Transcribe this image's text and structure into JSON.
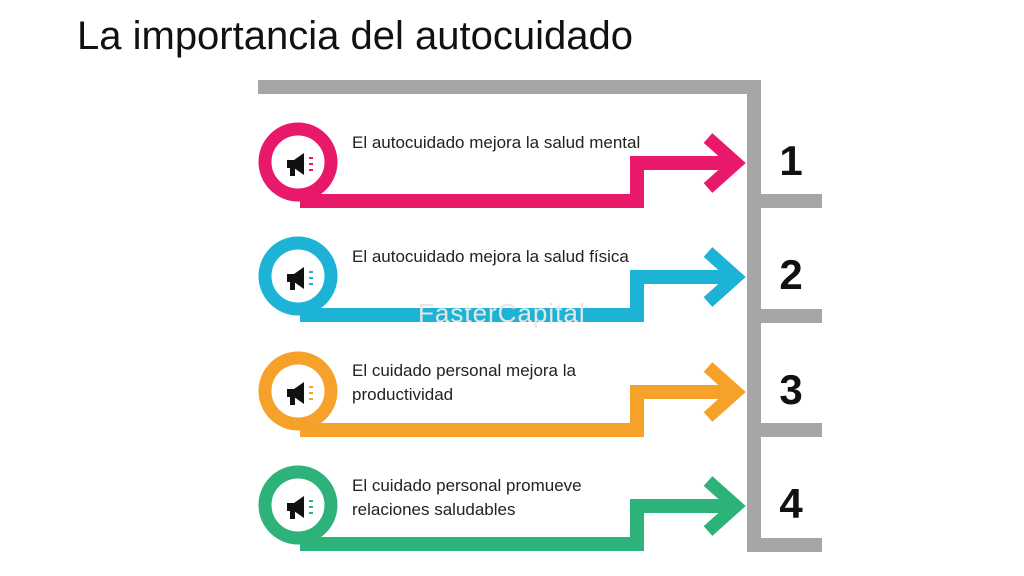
{
  "title": "La importancia del autocuidado",
  "watermark": "FasterCapital",
  "items": [
    {
      "number": "1",
      "text": "El autocuidado mejora la salud mental",
      "color": "#e8196b",
      "icon": "megaphone-icon"
    },
    {
      "number": "2",
      "text": "El autocuidado mejora la salud física",
      "color": "#1cb3d6",
      "icon": "megaphone-icon"
    },
    {
      "number": "3",
      "text": "El cuidado personal mejora la productividad",
      "color": "#f5a12a",
      "icon": "megaphone-icon"
    },
    {
      "number": "4",
      "text": "El cuidado personal promueve relaciones saludables",
      "color": "#2db37a",
      "icon": "megaphone-icon"
    }
  ],
  "frame_color": "#a6a6a6"
}
